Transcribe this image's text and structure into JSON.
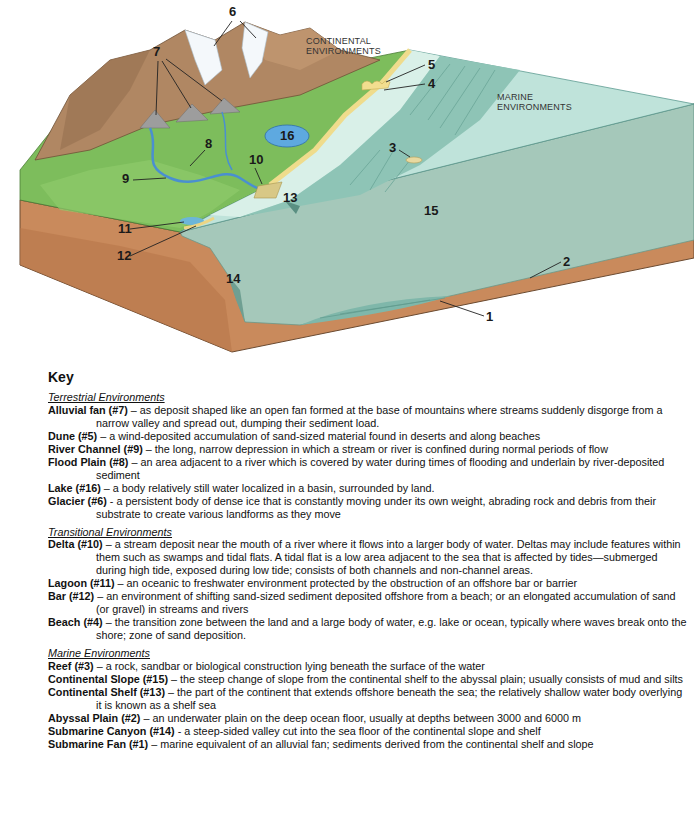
{
  "diagram": {
    "title": "Key",
    "labels": [
      "CONTINENTAL ENVIRONMENTS",
      "MARINE ENVIRONMENTS",
      "6",
      "7",
      "5",
      "4",
      "16",
      "8",
      "10",
      "3",
      "9",
      "13",
      "15",
      "11",
      "12",
      "14",
      "2",
      "1",
      "Terrestrial Environments",
      "Alluvial fan (#7)",
      "– as deposit shaped like an open fan formed at the base of mountains where streams suddenly disgorge from a narrow valley and spread out, dumping their sediment load.",
      "Dune (#5)",
      "– a wind-deposited accumulation of sand-sized material found in deserts and along beaches",
      "River Channel (#9)",
      "– the long, narrow depression in which a stream or river is confined during normal periods of flow",
      "Flood Plain (#8)",
      "– an area adjacent to a river which is covered by water during times of flooding and underlain by river-deposited sediment",
      "Lake (#16)",
      "– a body relatively still water localized in a basin, surrounded by land.",
      "Glacier (#6)",
      "- a persistent body of dense ice that is constantly moving under its own weight, abrading rock and debris from their substrate to create various landforms as they move",
      "Transitional Environments",
      "Delta (#10)",
      "– a stream deposit near the mouth of a river where it flows into a larger body of water. Deltas may include features within them such as swamps and tidal flats. A tidal flat is a low area adjacent to the sea that is affected by tides—submerged during high tide, exposed during low tide; consists of both channels and non-channel areas.",
      "Lagoon (#11)",
      "– an oceanic to freshwater environment protected by the obstruction of an offshore bar or barrier",
      "Bar (#12)",
      "– an environment of shifting sand-sized sediment deposited offshore from a beach; or an elongated accumulation of sand (or gravel) in streams and rivers",
      "Beach (#4)",
      "– the transition zone between the land and a large body of water, e.g. lake or ocean, typically where waves break onto the shore; zone of sand deposition.",
      "Marine Environments",
      "Reef (#3)",
      "– a rock, sandbar or biological construction lying beneath the surface of the water",
      "Continental Slope (#15)",
      "– the steep change of slope from the continental shelf to the abyssal plain; usually consists of mud and silts",
      "Continental Shelf (#13)",
      "– the part of the continent that extends offshore beneath the sea; the relatively shallow water body overlying it is known as a shelf sea",
      "Abyssal Plain (#2)",
      "– an underwater plain on the deep ocean floor, usually at depths between 3000 and 6000 m",
      "Submarine Canyon (#14)",
      "- a steep-sided valley cut into the sea floor of the continental slope and shelf",
      "Submarine Fan (#1)",
      "– marine equivalent of an alluvial fan; sediments derived from the continental shelf and slope"
    ]
  }
}
